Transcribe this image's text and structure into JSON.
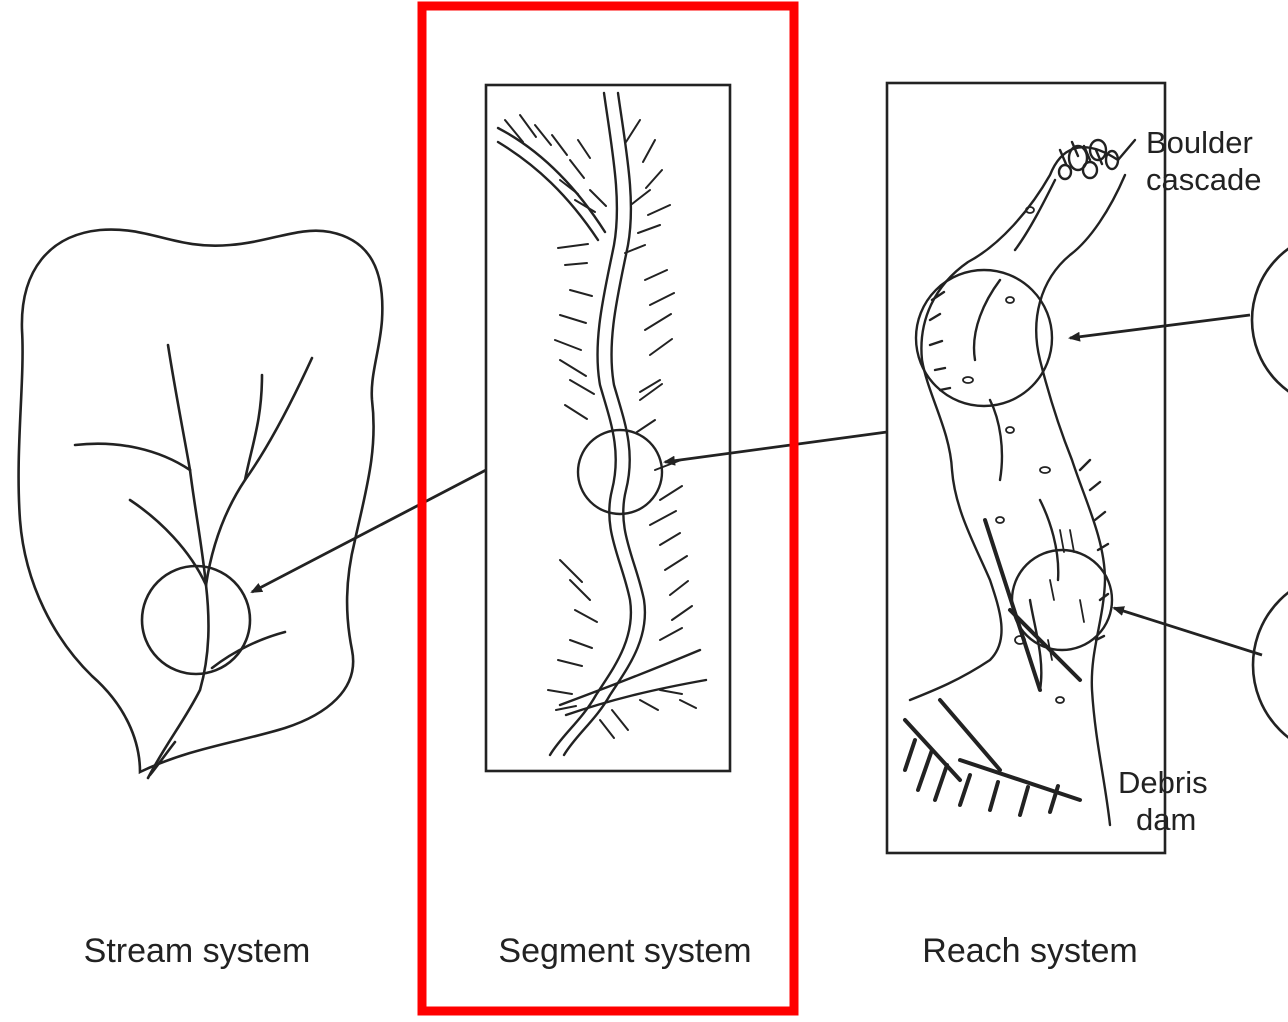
{
  "labels": {
    "stream": "Stream system",
    "segment": "Segment system",
    "reach": "Reach system",
    "boulder_line1": "Boulder",
    "boulder_line2": "cascade",
    "debris_line1": "Debris",
    "debris_line2": "dam"
  },
  "colors": {
    "ink": "#222222",
    "highlight": "#ff0000",
    "background": "#ffffff"
  }
}
